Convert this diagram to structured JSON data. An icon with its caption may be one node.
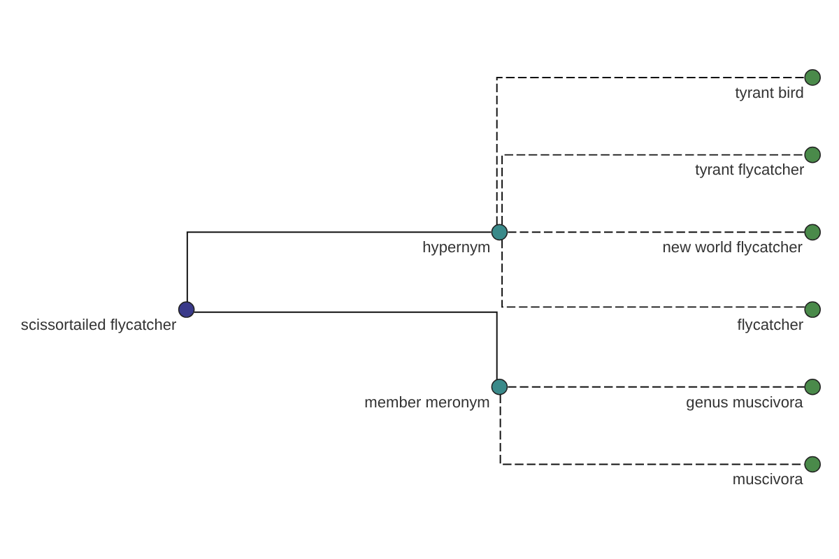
{
  "diagram": {
    "nodes": [
      {
        "text": [
          "tyrant bird"
        ]
      },
      {
        "text": [
          "tyrant flycatcher"
        ]
      },
      {
        "text": [
          "new world flycatcher"
        ]
      },
      {
        "text": [
          "hypernym"
        ]
      },
      {
        "text": [
          "flycatcher"
        ]
      },
      {
        "text": [
          "scissortailed flycatcher"
        ]
      },
      {
        "text": [
          "member meronym"
        ]
      },
      {
        "text": [
          "genus muscivora"
        ]
      },
      {
        "text": [
          "muscivora"
        ]
      }
    ],
    "edges": [
      {
        "from": 5,
        "to": 3,
        "arrow": "none"
      },
      {
        "from": 5,
        "to": 6,
        "arrow": "none"
      },
      {
        "from": 3,
        "to": 0,
        "arrow": "none",
        "style": "dashed"
      },
      {
        "from": 3,
        "to": 1,
        "arrow": "none",
        "style": "dashed"
      },
      {
        "from": 3,
        "to": 2,
        "arrow": "none",
        "style": "dashed"
      },
      {
        "from": 3,
        "to": 4,
        "arrow": "none",
        "style": "dashed"
      },
      {
        "from": 6,
        "to": 7,
        "arrow": "none",
        "style": "dashed"
      },
      {
        "from": 6,
        "to": 8,
        "arrow": "none",
        "style": "dashed"
      }
    ]
  }
}
